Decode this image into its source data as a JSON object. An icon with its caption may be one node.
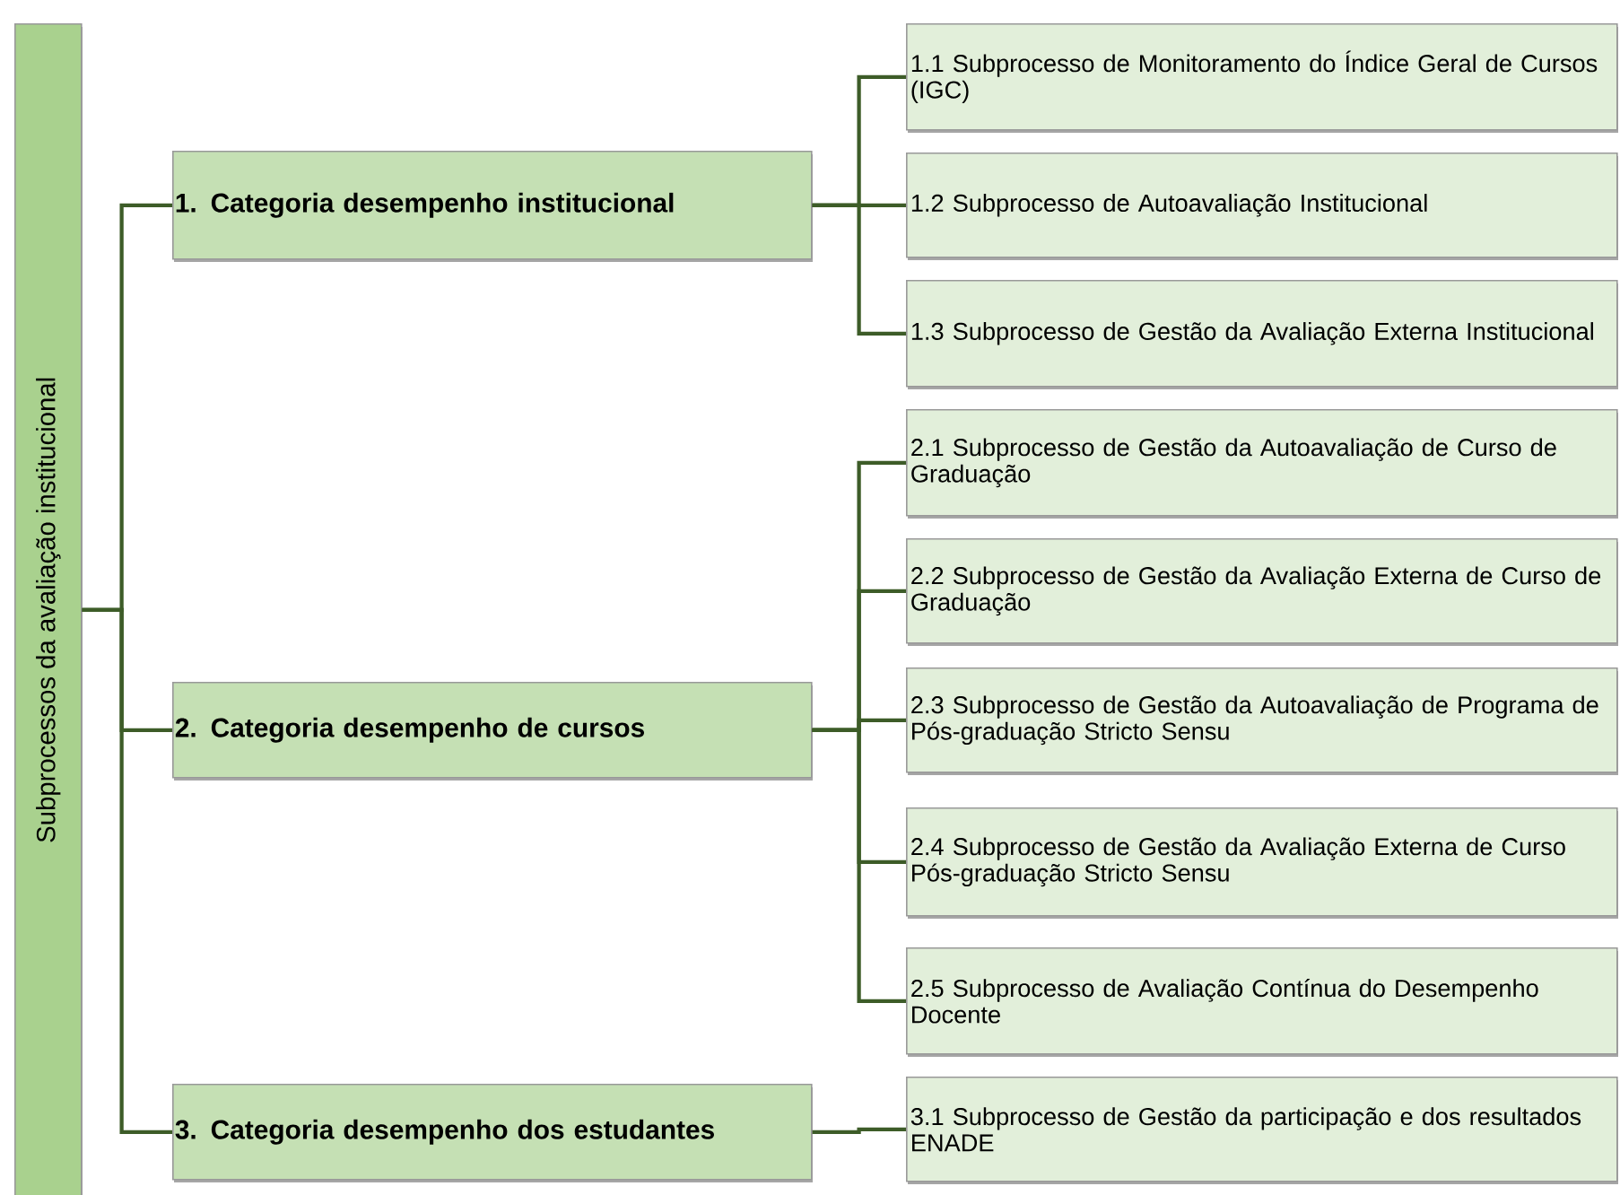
{
  "diagram": {
    "nodes": [
      {
        "text": [
          "Subprocessos da avaliação institucional"
        ]
      },
      {
        "text": [
          "1. Categoria desempenho institucional"
        ]
      },
      {
        "text": [
          "1.1 Subprocesso de Monitoramento do Índice Geral de Cursos (IGC)"
        ]
      },
      {
        "text": [
          "1.2 Subprocesso de Autoavaliação Institucional"
        ]
      },
      {
        "text": [
          "1.3 Subprocesso de Gestão da Avaliação Externa Institucional"
        ]
      },
      {
        "text": [
          "2. Categoria desempenho de cursos"
        ]
      },
      {
        "text": [
          "2.1 Subprocesso de Gestão da Autoavaliação de Curso de Graduação"
        ]
      },
      {
        "text": [
          "2.2 Subprocesso de Gestão da Avaliação Externa de Curso de Graduação"
        ]
      },
      {
        "text": [
          "2.3 Subprocesso de Gestão da Autoavaliação de Programa de Pós-graduação Stricto Sensu"
        ]
      },
      {
        "text": [
          "2.4 Subprocesso de Gestão da Avaliação Externa de Curso Pós-graduação Stricto Sensu"
        ]
      },
      {
        "text": [
          "2.5 Subprocesso de Avaliação Contínua do Desempenho Docente"
        ]
      },
      {
        "text": [
          "3. Categoria desempenho dos estudantes"
        ]
      },
      {
        "text": [
          "3.1 Subprocesso de Gestão da participação e dos resultados ENADE"
        ]
      }
    ],
    "edges": [
      {
        "from": 0,
        "to": 1,
        "arrow": "none"
      },
      {
        "from": 0,
        "to": 5,
        "arrow": "none"
      },
      {
        "from": 0,
        "to": 11,
        "arrow": "none"
      },
      {
        "from": 1,
        "to": 2,
        "arrow": "none"
      },
      {
        "from": 1,
        "to": 3,
        "arrow": "none"
      },
      {
        "from": 1,
        "to": 4,
        "arrow": "none"
      },
      {
        "from": 5,
        "to": 6,
        "arrow": "none"
      },
      {
        "from": 5,
        "to": 7,
        "arrow": "none"
      },
      {
        "from": 5,
        "to": 8,
        "arrow": "none"
      },
      {
        "from": 5,
        "to": 9,
        "arrow": "none"
      },
      {
        "from": 5,
        "to": 10,
        "arrow": "none"
      },
      {
        "from": 11,
        "to": 12,
        "arrow": "none"
      }
    ]
  }
}
